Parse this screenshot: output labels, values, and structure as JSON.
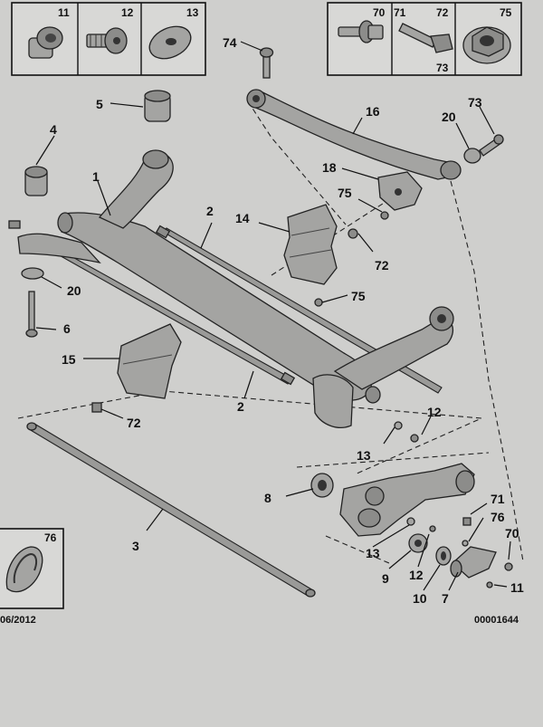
{
  "legend_box_left": [
    "11",
    "12",
    "13"
  ],
  "legend_box_right": [
    "70",
    "71",
    "72",
    "73",
    "75"
  ],
  "legend_box_bottom": "76",
  "part_numbers": {
    "p74": "74",
    "p16": "16",
    "p73": "73",
    "p20r": "20",
    "p18": "18",
    "p75a": "75",
    "p72a": "72",
    "p75b": "75",
    "p5": "5",
    "p4": "4",
    "p1": "1",
    "p2a": "2",
    "p14": "14",
    "p20l": "20",
    "p6": "6",
    "p15": "15",
    "p2b": "2",
    "p72b": "72",
    "p12a": "12",
    "p13a": "13",
    "p8": "8",
    "p71": "71",
    "p76": "76",
    "p70": "70",
    "p3": "3",
    "p13b": "13",
    "p9": "9",
    "p12b": "12",
    "p10": "10",
    "p7": "7",
    "p11": "11"
  },
  "footer": {
    "date_code": "06/2012",
    "drawing_number": "00001644"
  }
}
